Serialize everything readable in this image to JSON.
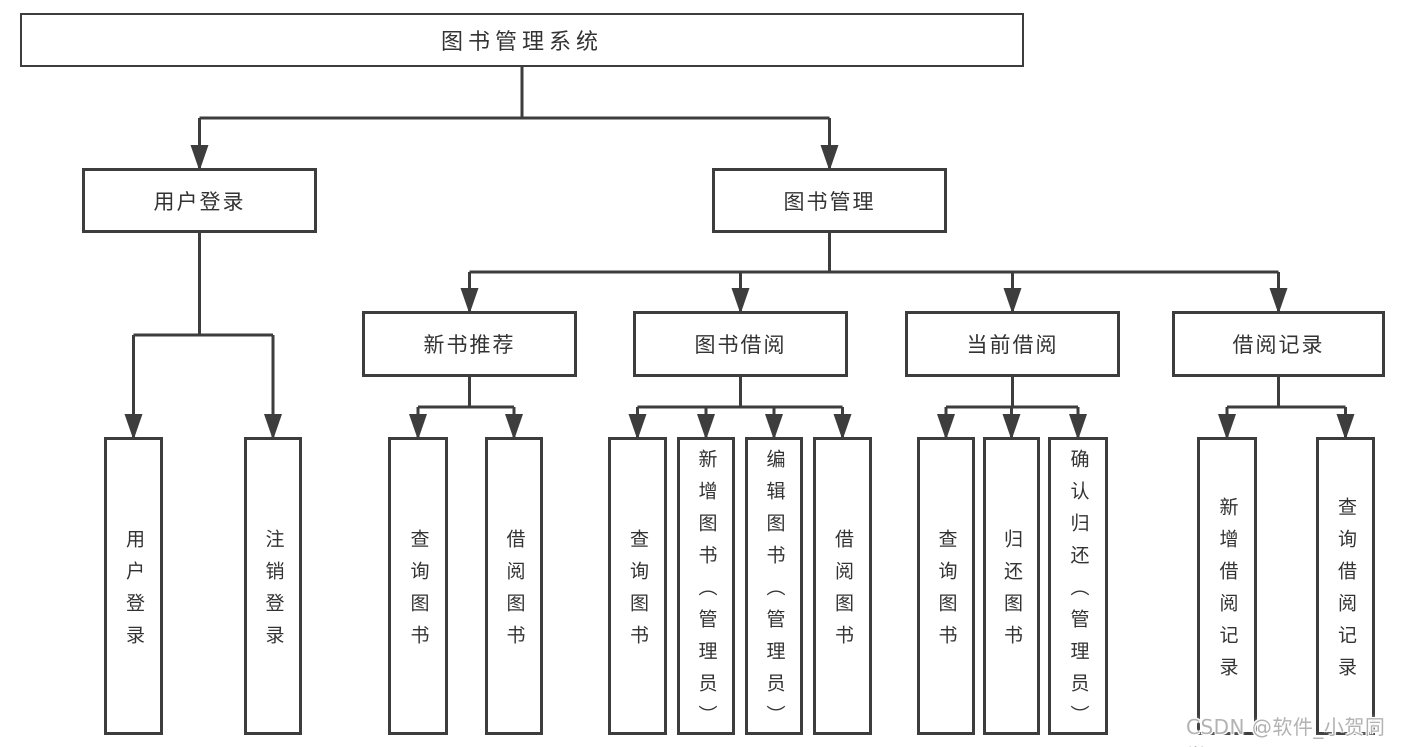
{
  "nodes": {
    "root": "图书管理系统",
    "user_login": "用户登录",
    "book_management": "图书管理",
    "new_book_recommend": "新书推荐",
    "book_borrow": "图书借阅",
    "current_borrow": "当前借阅",
    "borrow_records": "借阅记录"
  },
  "leaves": {
    "user_login": [
      "用户登录",
      "注销登录"
    ],
    "new_book_recommend": [
      "查询图书",
      "借阅图书"
    ],
    "book_borrow": [
      "查询图书",
      "新增图书（管理员）",
      "编辑图书（管理员）",
      "借阅图书"
    ],
    "current_borrow": [
      "查询图书",
      "归还图书",
      "确认归还（管理员）"
    ],
    "borrow_records": [
      "新增借阅记录",
      "查询借阅记录"
    ]
  },
  "watermark": "CSDN @软件_小贺同学",
  "colors": {
    "line": "#3d3d3d",
    "text": "#333333",
    "watermark": "#b3b3b3",
    "background": "#ffffff"
  }
}
